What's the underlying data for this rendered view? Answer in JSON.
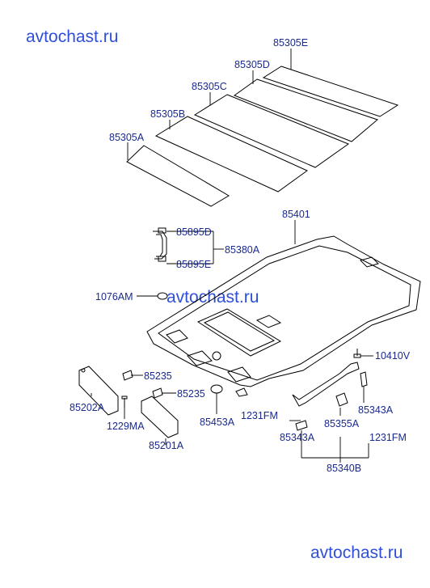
{
  "watermark": {
    "top": "avtochast.ru",
    "middle": "avtochast.ru",
    "bottom": "avtochast.ru",
    "color": "#2f4fd8"
  },
  "label_color": "#1a2a8c",
  "labels": {
    "p85305E": "85305E",
    "p85305D": "85305D",
    "p85305C": "85305C",
    "p85305B": "85305B",
    "p85305A": "85305A",
    "p85401": "85401",
    "p85895D": "85895D",
    "p85380A": "85380A",
    "p85895E": "85895E",
    "p1076AM": "1076AM",
    "p10410V": "10410V",
    "p85235a": "85235",
    "p85235b": "85235",
    "p85202A": "85202A",
    "p1229MA": "1229MA",
    "p85201A": "85201A",
    "p85453A": "85453A",
    "p1231FMa": "1231FM",
    "p85343Aa": "85343A",
    "p85355A": "85355A",
    "p85343Ab": "85343A",
    "p1231FMb": "1231FM",
    "p85340B": "85340B"
  }
}
